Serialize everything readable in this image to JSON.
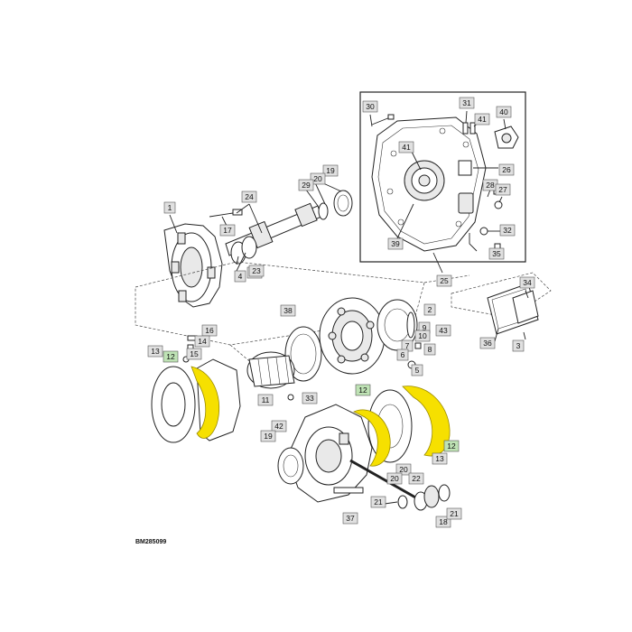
{
  "diagram_id": "BM285099",
  "colors": {
    "highlight": "#f6e000",
    "callout_box": "#e0e0e0",
    "callout_highlight_box": "#bfe3b5"
  },
  "callouts": [
    {
      "label": "30",
      "highlighted": false
    },
    {
      "label": "31",
      "highlighted": false
    },
    {
      "label": "41",
      "highlighted": false
    },
    {
      "label": "40",
      "highlighted": false
    },
    {
      "label": "41",
      "highlighted": false
    },
    {
      "label": "26",
      "highlighted": false
    },
    {
      "label": "28",
      "highlighted": false
    },
    {
      "label": "27",
      "highlighted": false
    },
    {
      "label": "32",
      "highlighted": false
    },
    {
      "label": "35",
      "highlighted": false
    },
    {
      "label": "39",
      "highlighted": false
    },
    {
      "label": "25",
      "highlighted": false
    },
    {
      "label": "19",
      "highlighted": false
    },
    {
      "label": "20",
      "highlighted": false
    },
    {
      "label": "29",
      "highlighted": false
    },
    {
      "label": "24",
      "highlighted": false
    },
    {
      "label": "1",
      "highlighted": false
    },
    {
      "label": "17",
      "highlighted": false
    },
    {
      "label": "22",
      "highlighted": false
    },
    {
      "label": "23",
      "highlighted": false
    },
    {
      "label": "4",
      "highlighted": false
    },
    {
      "label": "34",
      "highlighted": false
    },
    {
      "label": "36",
      "highlighted": false
    },
    {
      "label": "3",
      "highlighted": false
    },
    {
      "label": "38",
      "highlighted": false
    },
    {
      "label": "2",
      "highlighted": false
    },
    {
      "label": "9",
      "highlighted": false
    },
    {
      "label": "43",
      "highlighted": false
    },
    {
      "label": "10",
      "highlighted": false
    },
    {
      "label": "7",
      "highlighted": false
    },
    {
      "label": "8",
      "highlighted": false
    },
    {
      "label": "6",
      "highlighted": false
    },
    {
      "label": "5",
      "highlighted": false
    },
    {
      "label": "16",
      "highlighted": false
    },
    {
      "label": "14",
      "highlighted": false
    },
    {
      "label": "15",
      "highlighted": false
    },
    {
      "label": "13",
      "highlighted": false
    },
    {
      "label": "12",
      "highlighted": true
    },
    {
      "label": "11",
      "highlighted": false
    },
    {
      "label": "33",
      "highlighted": false
    },
    {
      "label": "12",
      "highlighted": true
    },
    {
      "label": "42",
      "highlighted": false
    },
    {
      "label": "19",
      "highlighted": false
    },
    {
      "label": "12",
      "highlighted": true
    },
    {
      "label": "13",
      "highlighted": false
    },
    {
      "label": "20",
      "highlighted": false
    },
    {
      "label": "20",
      "highlighted": false
    },
    {
      "label": "22",
      "highlighted": false
    },
    {
      "label": "21",
      "highlighted": false
    },
    {
      "label": "18",
      "highlighted": false
    },
    {
      "label": "21",
      "highlighted": false
    },
    {
      "label": "37",
      "highlighted": false
    }
  ]
}
